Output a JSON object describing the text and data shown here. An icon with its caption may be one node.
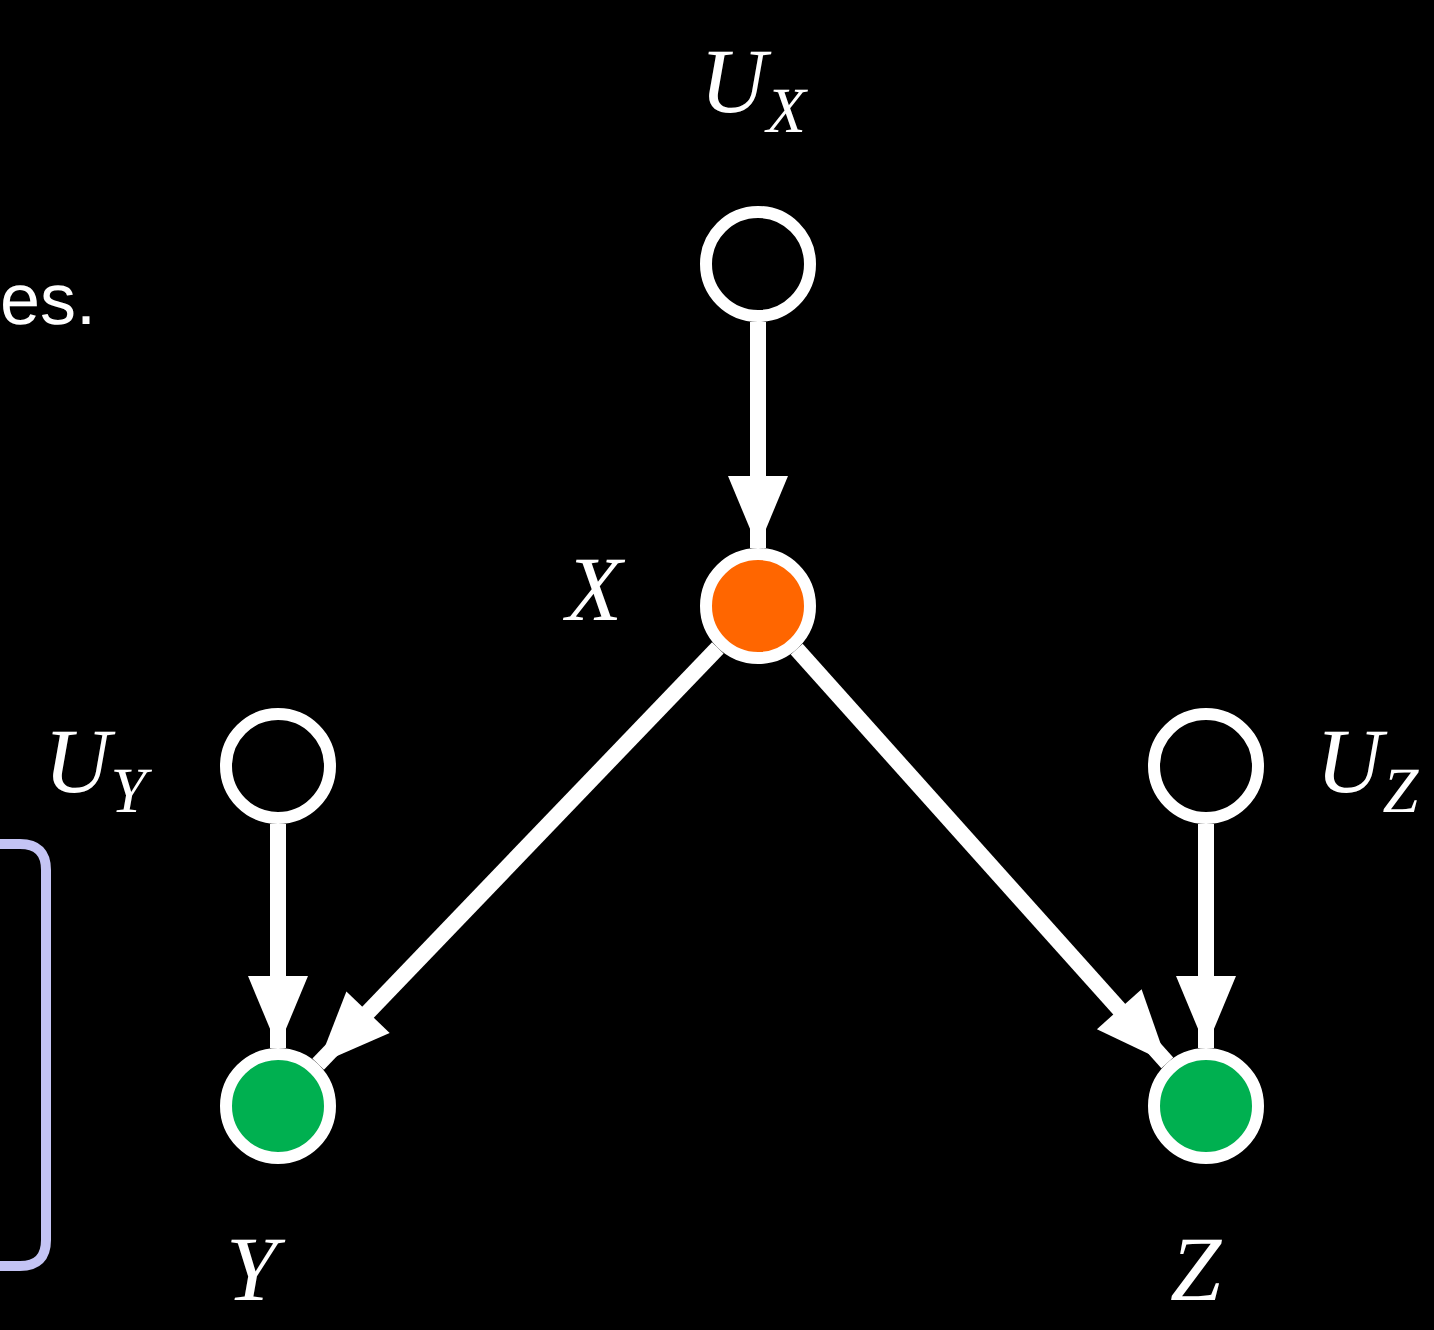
{
  "diagram": {
    "nodes": [
      {
        "text": [
          "U$_{X}$"
        ]
      },
      {
        "text": [
          "X"
        ]
      },
      {
        "text": [
          "U$_{Y}$"
        ]
      },
      {
        "text": [
          "Y"
        ]
      },
      {
        "text": [
          "U$_{Z}$"
        ]
      },
      {
        "text": [
          "Z"
        ]
      }
    ],
    "edges": [
      {
        "from": 0,
        "to": 1,
        "arrow": "to"
      },
      {
        "from": 1,
        "to": 3,
        "arrow": "to"
      },
      {
        "from": 1,
        "to": 5,
        "arrow": "to"
      },
      {
        "from": 2,
        "to": 3,
        "arrow": "to"
      },
      {
        "from": 4,
        "to": 5,
        "arrow": "to"
      }
    ],
    "labels": [
      "es."
    ]
  }
}
